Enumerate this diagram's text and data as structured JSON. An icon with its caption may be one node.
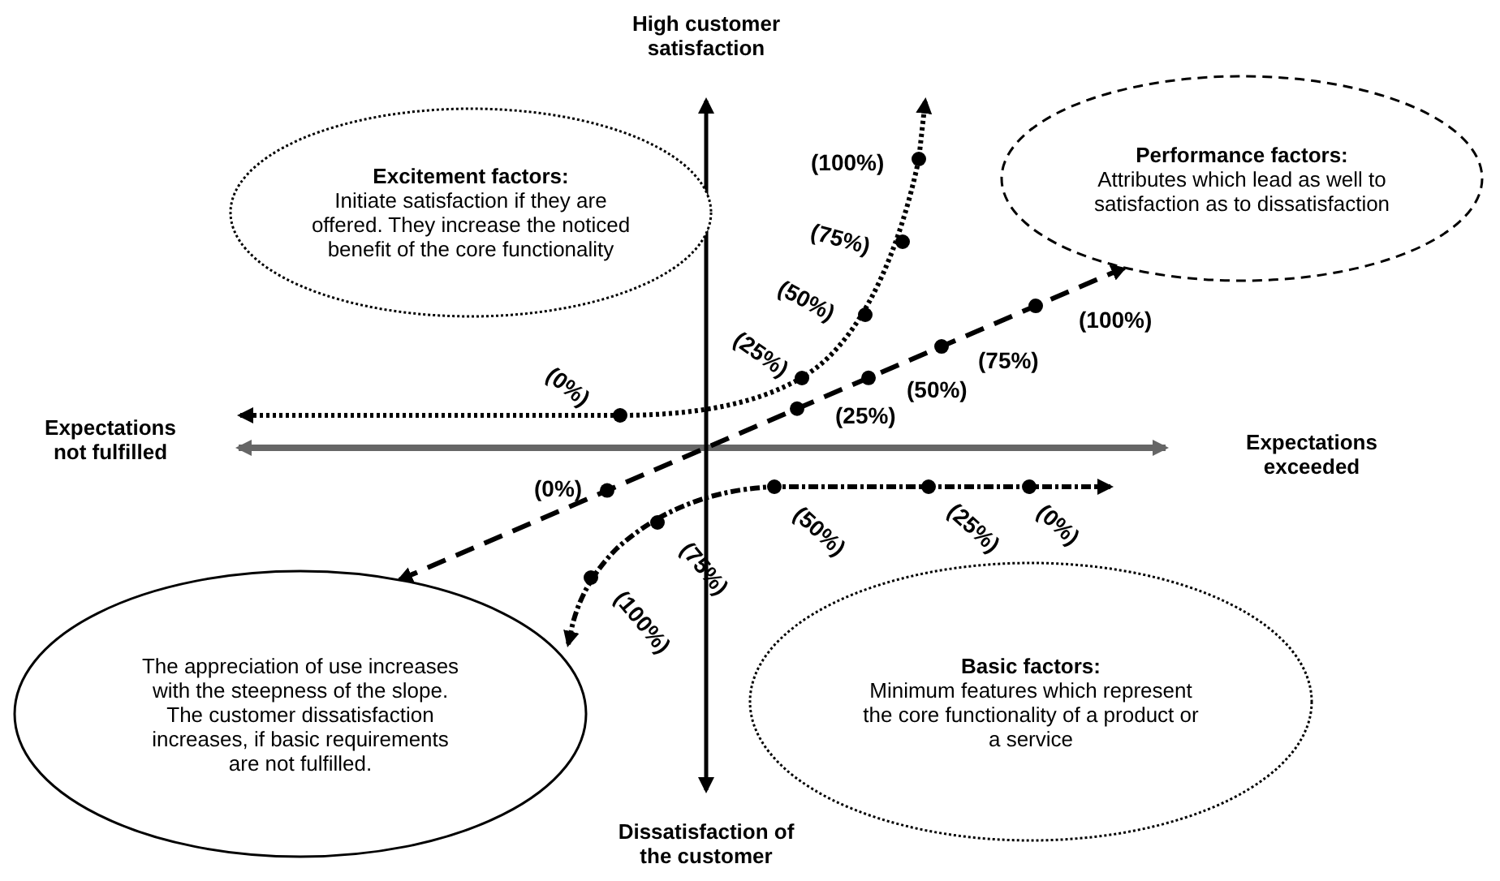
{
  "diagram": {
    "nodes": [
      {
        "text": [
          "Excitement factors:",
          "Initiate satisfaction if they are offered. They increase the noticed benefit of the core functionality"
        ]
      },
      {
        "text": [
          "Performance factors:",
          "Attributes which lead as well to satisfaction as to dissatisfaction"
        ]
      },
      {
        "text": [
          "The appreciation of use increases with the steepness of the slope. The customer dissatisfaction increases, if basic requirements are not fulfilled."
        ]
      },
      {
        "text": [
          "Basic factors:",
          "Minimum features which represent the core functionality of a product or a service"
        ]
      }
    ],
    "edges": [
      {
        "from": 2,
        "to": 1,
        "arrow": "both",
        "style": "dashed"
      }
    ],
    "labels": [
      "High customer satisfaction",
      "(100%)",
      "(75%)",
      "(50%)",
      "(25%)",
      "(100%)",
      "(0%)",
      "(75%)",
      "(50%)",
      "(25%)",
      "Expectations not fulfilled",
      "Expectations exceeded",
      "(0%)",
      "(50%)",
      "(25%)",
      "(0%)",
      "(75%)",
      "(100%)",
      "Dissatisfaction of the customer"
    ]
  }
}
